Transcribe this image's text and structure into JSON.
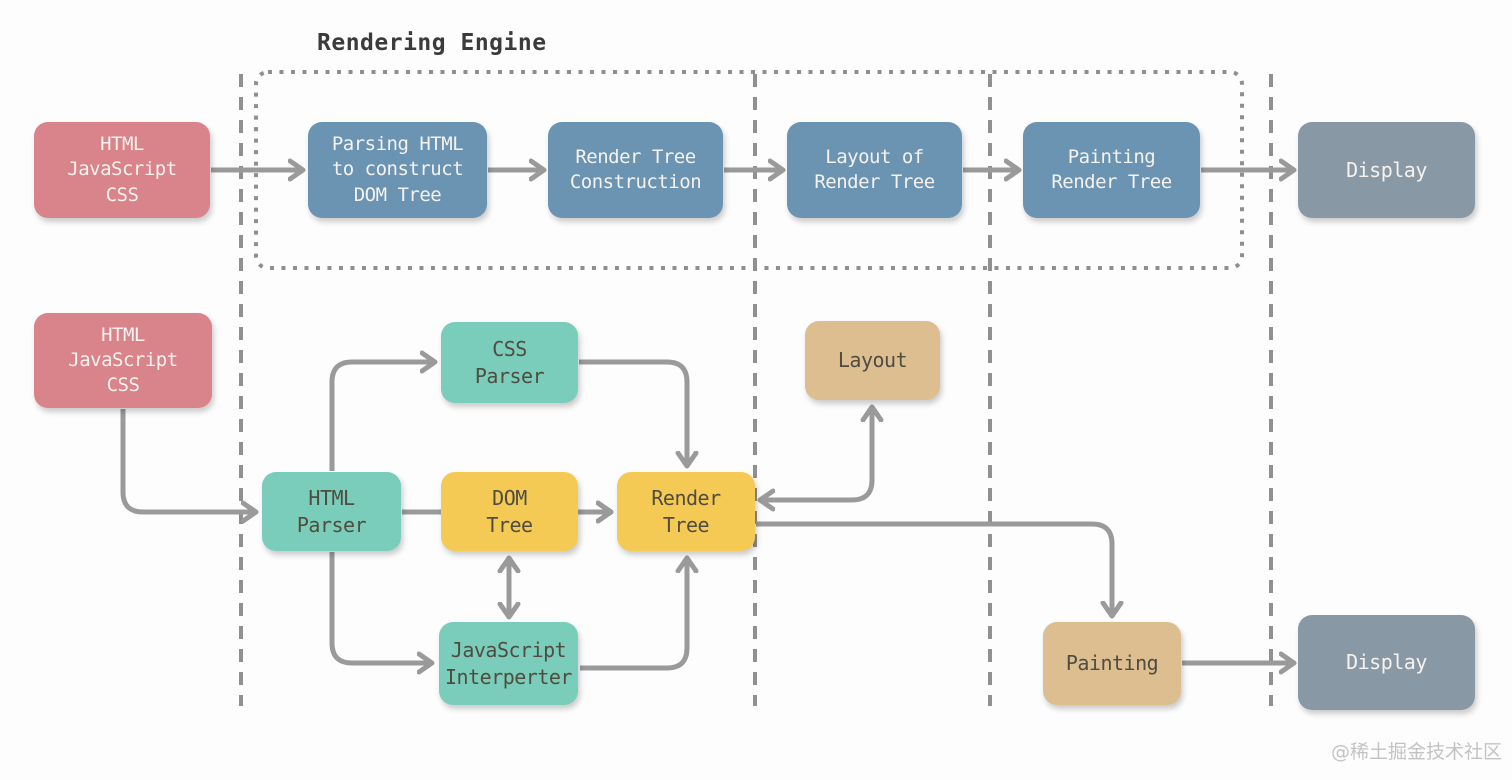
{
  "title": "Rendering Engine",
  "watermark": "@稀土掘金技术社区",
  "palette": {
    "red": "#d9838a",
    "blue": "#6a94b1",
    "grayblue": "#8899a5",
    "teal": "#79cdba",
    "yellow": "#f4ca55",
    "tan": "#dcbe90",
    "arrow": "#9a9a9a",
    "dash": "#909090",
    "titleText": "#3b3b3d",
    "darkText": "#504c40",
    "lightText": "#f5f2ef",
    "watermark": "#c3c3c3"
  },
  "nodes": {
    "source_top": {
      "label": "HTML\nJavaScript\nCSS"
    },
    "parsing_html": {
      "label": "Parsing HTML\nto construct\nDOM Tree"
    },
    "render_tree_construction": {
      "label": "Render Tree\nConstruction"
    },
    "layout_of_render_tree": {
      "label": "Layout of\nRender Tree"
    },
    "painting_render_tree": {
      "label": "Painting\nRender Tree"
    },
    "display_top": {
      "label": "Display"
    },
    "source_bottom": {
      "label": "HTML\nJavaScript\nCSS"
    },
    "html_parser": {
      "label": "HTML\nParser"
    },
    "css_parser": {
      "label": "CSS\nParser"
    },
    "dom_tree": {
      "label": "DOM\nTree"
    },
    "render_tree": {
      "label": "Render\nTree"
    },
    "js_interpreter": {
      "label": "JavaScript\nInterperter"
    },
    "layout": {
      "label": "Layout"
    },
    "painting": {
      "label": "Painting"
    },
    "display_bottom": {
      "label": "Display"
    }
  },
  "edges": [
    {
      "from": "source_top",
      "to": "parsing_html",
      "direction": "one-way"
    },
    {
      "from": "parsing_html",
      "to": "render_tree_construction",
      "direction": "one-way"
    },
    {
      "from": "render_tree_construction",
      "to": "layout_of_render_tree",
      "direction": "one-way"
    },
    {
      "from": "layout_of_render_tree",
      "to": "painting_render_tree",
      "direction": "one-way"
    },
    {
      "from": "painting_render_tree",
      "to": "display_top",
      "direction": "one-way"
    },
    {
      "from": "source_bottom",
      "to": "html_parser",
      "direction": "one-way"
    },
    {
      "from": "html_parser",
      "to": "css_parser",
      "direction": "one-way"
    },
    {
      "from": "css_parser",
      "to": "render_tree",
      "direction": "one-way"
    },
    {
      "from": "html_parser",
      "to": "dom_tree",
      "direction": "one-way"
    },
    {
      "from": "dom_tree",
      "to": "render_tree",
      "direction": "one-way"
    },
    {
      "from": "html_parser",
      "to": "js_interpreter",
      "direction": "one-way"
    },
    {
      "from": "dom_tree",
      "to": "js_interpreter",
      "direction": "two-way"
    },
    {
      "from": "js_interpreter",
      "to": "render_tree",
      "direction": "one-way"
    },
    {
      "from": "render_tree",
      "to": "layout",
      "direction": "two-way"
    },
    {
      "from": "render_tree",
      "to": "painting",
      "direction": "one-way"
    },
    {
      "from": "painting",
      "to": "display_bottom",
      "direction": "one-way"
    }
  ]
}
